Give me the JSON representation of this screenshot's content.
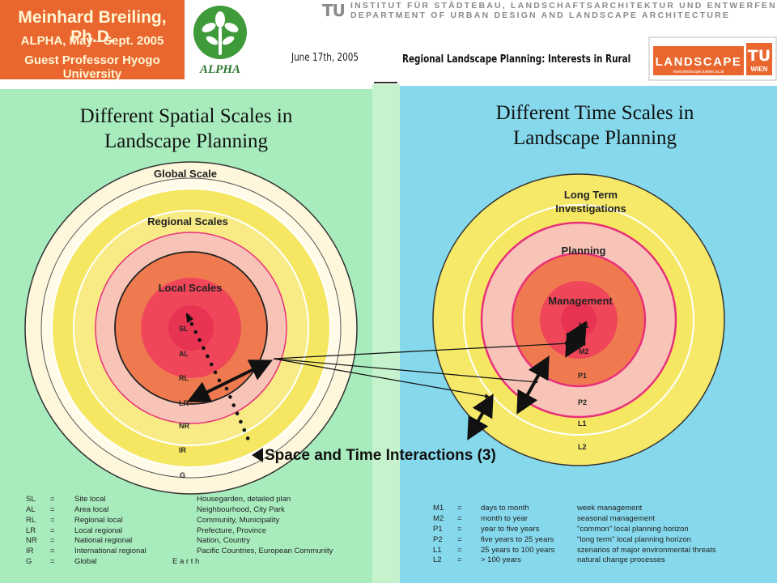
{
  "header": {
    "badge_lines": [
      "Meinhard Breiling, Ph.D.",
      "ALPHA, May - Sept. 2005",
      "Guest Professor Hyogo University"
    ],
    "alpha_logo_text": "ALPHA",
    "institute_mark": "TU",
    "institute_line1": "INSTITUT FÜR STÄDTEBAU, LANDSCHAFTSARCHITEKTUR UND ENTWERFEN",
    "institute_line2": "DEPARTMENT OF URBAN DESIGN AND LANDSCAPE ARCHITECTURE",
    "date": "June 17th, 2005",
    "topic": "Regional Landscape Planning: Interests in Rural",
    "landscape_logo_word": "LANDSCAPE",
    "landscape_logo_url": "www.landscape.tuwien.ac.at",
    "tu_mark": "TU",
    "tu_city": "WIEN"
  },
  "spatial": {
    "title_line1": "Different Spatial Scales  in",
    "title_line2": "Landscape Planning",
    "ring_labels": [
      "Global  Scale",
      "Regional Scales",
      "Local Scales"
    ],
    "codes": [
      "SL",
      "AL",
      "RL",
      "LR",
      "NR",
      "IR",
      "G"
    ],
    "legend": [
      {
        "code": "SL",
        "eq": "=",
        "name": "Site local",
        "example": "Housegarden,  detailed plan"
      },
      {
        "code": "AL",
        "eq": "=",
        "name": "Area local",
        "example": "Neighbourhood, City Park"
      },
      {
        "code": "RL",
        "eq": "=",
        "name": "Regional local",
        "example": "Community,  Municipality"
      },
      {
        "code": "LR",
        "eq": "=",
        "name": "Local regional",
        "example": "Prefecture, Province"
      },
      {
        "code": "NR",
        "eq": "=",
        "name": "National regional",
        "example": "Nation, Country"
      },
      {
        "code": "IR",
        "eq": "=",
        "name": "International regional",
        "example": "Pacific Countries,  European Community"
      },
      {
        "code": "G",
        "eq": "=",
        "name": "Global",
        "example": "E  a  r  t  h"
      }
    ]
  },
  "time": {
    "title_line1": "Different Time Scales  in",
    "title_line2": "Landscape Planning",
    "ring_labels": [
      "Long Term",
      "Investigations",
      "Planning",
      "Management"
    ],
    "codes": [
      "M1",
      "M2",
      "P1",
      "P2",
      "L1",
      "L2"
    ],
    "legend": [
      {
        "code": "M1",
        "eq": "=",
        "name": "days to month",
        "example": "week  management"
      },
      {
        "code": "M2",
        "eq": "=",
        "name": "month to year",
        "example": "seasonal    management"
      },
      {
        "code": "P1",
        "eq": "=",
        "name": "year to five years",
        "example": "\"common\"  local planning horizon"
      },
      {
        "code": "P2",
        "eq": "=",
        "name": "five years to 25 years",
        "example": "\"long term\"  local planning horizon"
      },
      {
        "code": "L1",
        "eq": "=",
        "name": "25 years to 100 years",
        "example": "szenarios of major environmental threats"
      },
      {
        "code": "L2",
        "eq": "=",
        "name": "> 100 years",
        "example": "natural change processes"
      }
    ]
  },
  "interaction_label": "Space and Time Interactions (3)",
  "colors": {
    "badge": "#e9672e",
    "left_panel": "#a8ecbe",
    "right_panel": "#86d9ec",
    "ring_outer": "#fff7dc",
    "ring_yellow": "#f6e762",
    "ring_pink": "#f8c4b8",
    "ring_orange": "#f07a50",
    "ring_red": "#f0465a",
    "ring_core": "#e83452",
    "magenta": "#e8307a"
  }
}
